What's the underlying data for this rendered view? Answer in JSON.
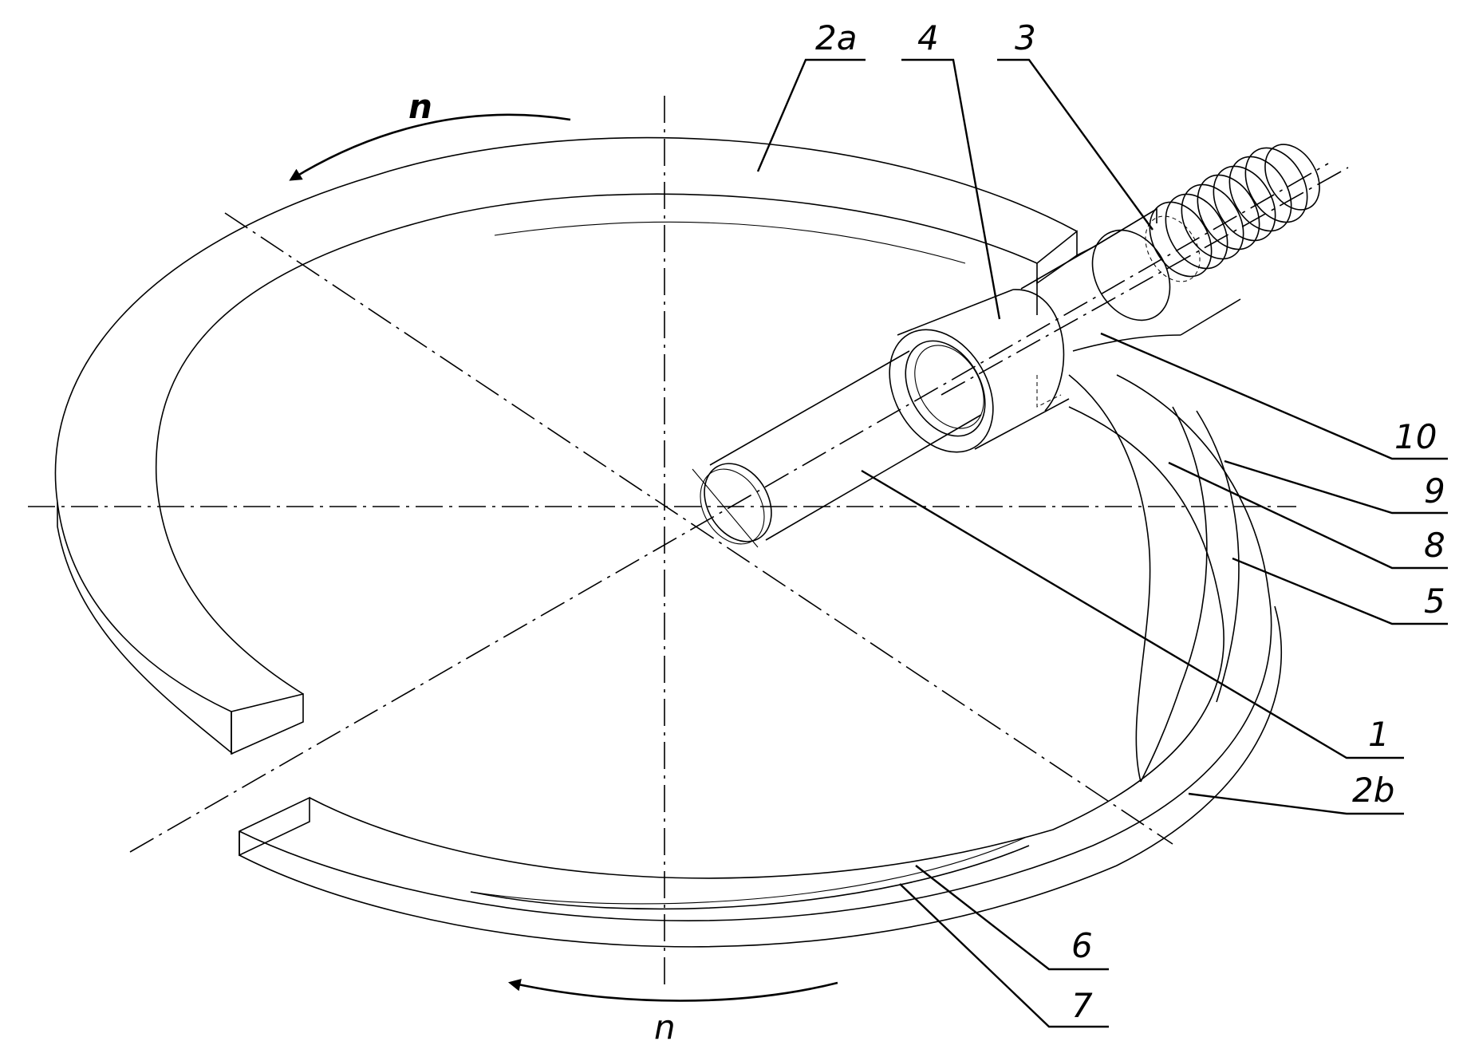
{
  "diagram": {
    "rotation_symbol": "n",
    "labels": {
      "l2a": "2a",
      "l4": "4",
      "l3": "3",
      "l10": "10",
      "l9": "9",
      "l8": "8",
      "l5": "5",
      "l1": "1",
      "l2b": "2b",
      "l6": "6",
      "l7": "7"
    }
  }
}
